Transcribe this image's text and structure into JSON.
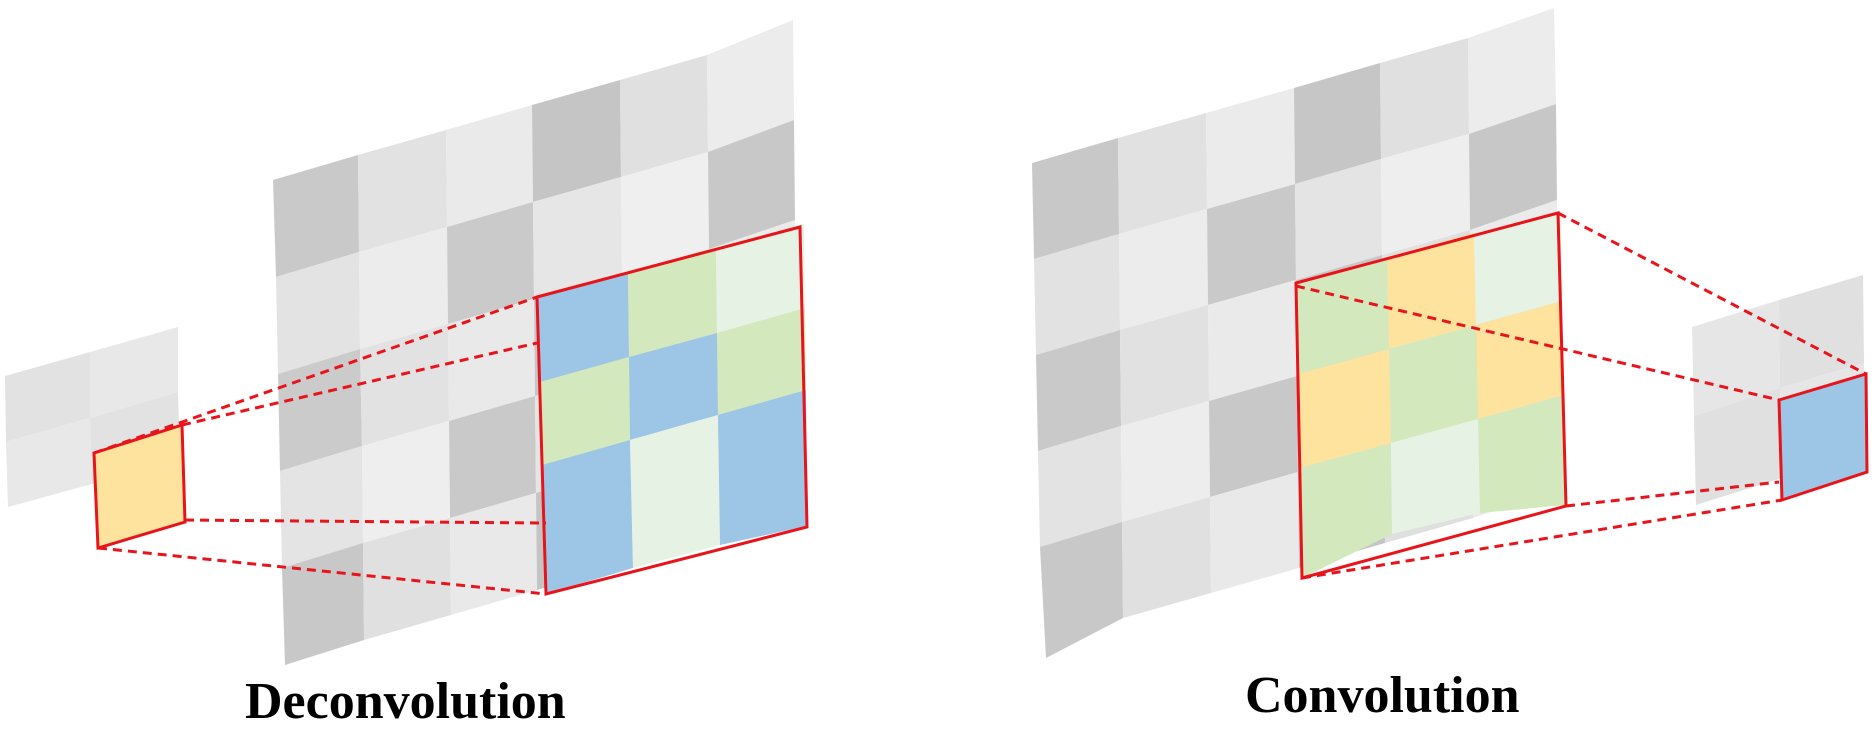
{
  "panels": [
    {
      "name": "deconvolution",
      "caption": "Deconvolution"
    },
    {
      "name": "convolution",
      "caption": "Convolution"
    }
  ],
  "colors": {
    "grid_light": "#ebebeb",
    "grid_mid": "#dcdcdc",
    "grid_dark": "#c5c5c5",
    "kernel_blue": "#9dc6e6",
    "kernel_green": "#d3e9bd",
    "kernel_pale": "#e6f3e4",
    "kernel_yellow": "#fde39d",
    "outline_red": "#e8141c"
  }
}
